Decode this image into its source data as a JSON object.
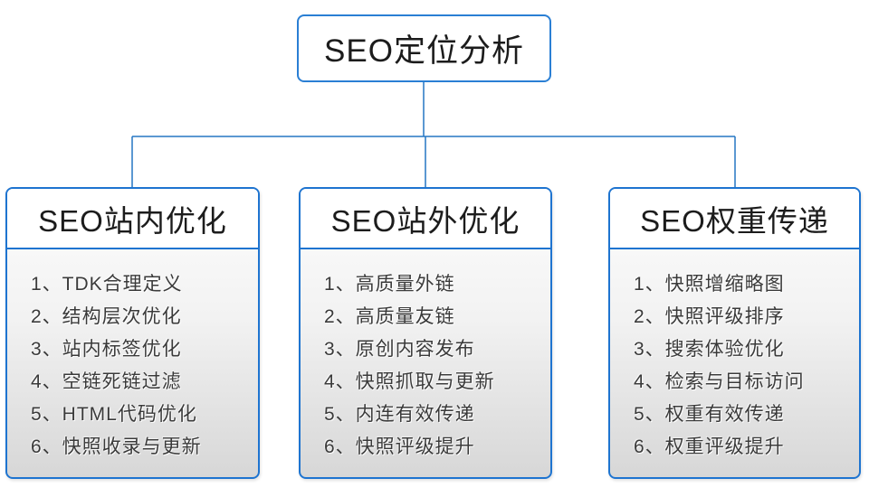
{
  "diagram": {
    "root_title": "SEO定位分析",
    "columns": [
      {
        "title": "SEO站内优化",
        "items": [
          "1、TDK合理定义",
          "2、结构层次优化",
          "3、站内标签优化",
          "4、空链死链过滤",
          "5、HTML代码优化",
          "6、快照收录与更新"
        ]
      },
      {
        "title": "SEO站外优化",
        "items": [
          "1、高质量外链",
          "2、高质量友链",
          "3、原创内容发布",
          "4、快照抓取与更新",
          "5、内连有效传递",
          "6、快照评级提升"
        ]
      },
      {
        "title": "SEO权重传递",
        "items": [
          "1、快照增缩略图",
          "2、快照评级排序",
          "3、搜索体验优化",
          "4、检索与目标访问",
          "5、权重有效传递",
          "6、权重评级提升"
        ]
      }
    ],
    "colors": {
      "box_border_blue": "#1e74d0",
      "root_border_blue": "#2a7fd4",
      "connector_line_blue": "#2577c4",
      "header_background": "#ffffff",
      "body_gradient_top": "#fdfdfd",
      "body_gradient_bottom": "#d7d7d7",
      "title_text": "#1c1c1c",
      "item_text": "#3a3a3a"
    }
  }
}
